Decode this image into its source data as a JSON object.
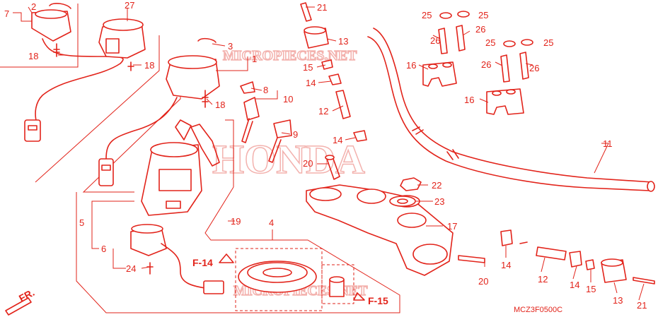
{
  "watermark": {
    "brand": "HONDA",
    "site_top": "MICROPIECES.NET",
    "site_bottom": "MICROPIECES.NET"
  },
  "refs": {
    "f14": "F-14",
    "f15": "F-15",
    "front": "FR."
  },
  "diagram_code": "MCZ3F0500C",
  "callouts": [
    "1",
    "2",
    "3",
    "4",
    "5",
    "6",
    "7",
    "8",
    "9",
    "10",
    "11",
    "12",
    "13",
    "14",
    "15",
    "16",
    "17",
    "18",
    "19",
    "20",
    "21",
    "22",
    "23",
    "24",
    "25",
    "26",
    "27"
  ],
  "colors": {
    "line": "#e2231a",
    "watermark": "#f3b2ae"
  }
}
